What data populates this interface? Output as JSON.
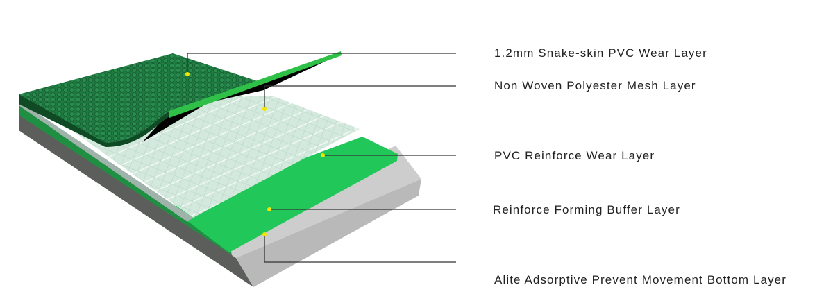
{
  "diagram": {
    "title": "PVC sports flooring layer structure",
    "layers": [
      {
        "label": "1.2mm Snake-skin PVC Wear Layer"
      },
      {
        "label": "Non Woven Polyester Mesh Layer"
      },
      {
        "label": "PVC Reinforce Wear Layer"
      },
      {
        "label": "Reinforce Forming Buffer Layer"
      },
      {
        "label": "Alite Adsorptive Prevent Movement Bottom Layer"
      }
    ],
    "colors": {
      "wear_layer": "#1e7a3e",
      "reinforce_layer": "#22c75a",
      "mesh_layer": "#cfe6da",
      "concrete": "#c9c9c9",
      "marker": "#f2e600",
      "leader": "#333333"
    }
  }
}
